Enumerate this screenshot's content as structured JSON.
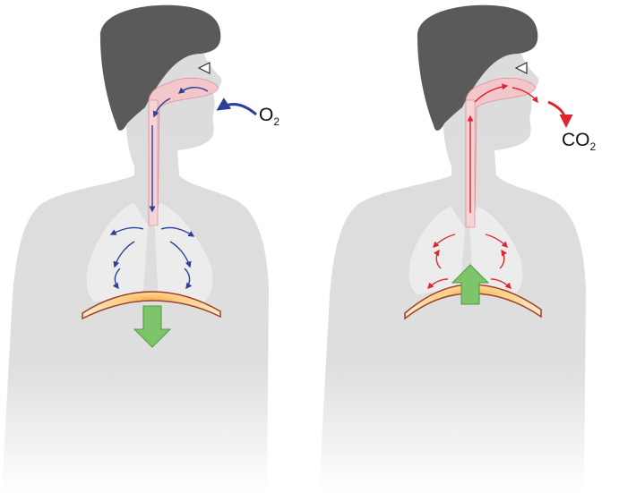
{
  "panels": [
    {
      "phase": "inhalation",
      "gas": {
        "base": "O",
        "sub": "2"
      },
      "airflow": "in",
      "diaphragm_motion": "down",
      "colors": {
        "arrow": "#2b3f98",
        "gas_arrow": "#2b3f98",
        "diaphragm_arrow": "#7ec46a"
      }
    },
    {
      "phase": "exhalation",
      "gas": {
        "base": "CO",
        "sub": "2"
      },
      "airflow": "out",
      "diaphragm_motion": "up",
      "colors": {
        "arrow": "#e0262b",
        "gas_arrow": "#e0262b",
        "diaphragm_arrow": "#7ec46a"
      }
    }
  ],
  "colors": {
    "body": "#dcdcdc",
    "hair": "#5a5a5a",
    "airway": "#f3c6cb",
    "lung": "#eeeeee",
    "diaphragm_fill": "#fbe1b3",
    "diaphragm_edge": "#a0402a"
  }
}
